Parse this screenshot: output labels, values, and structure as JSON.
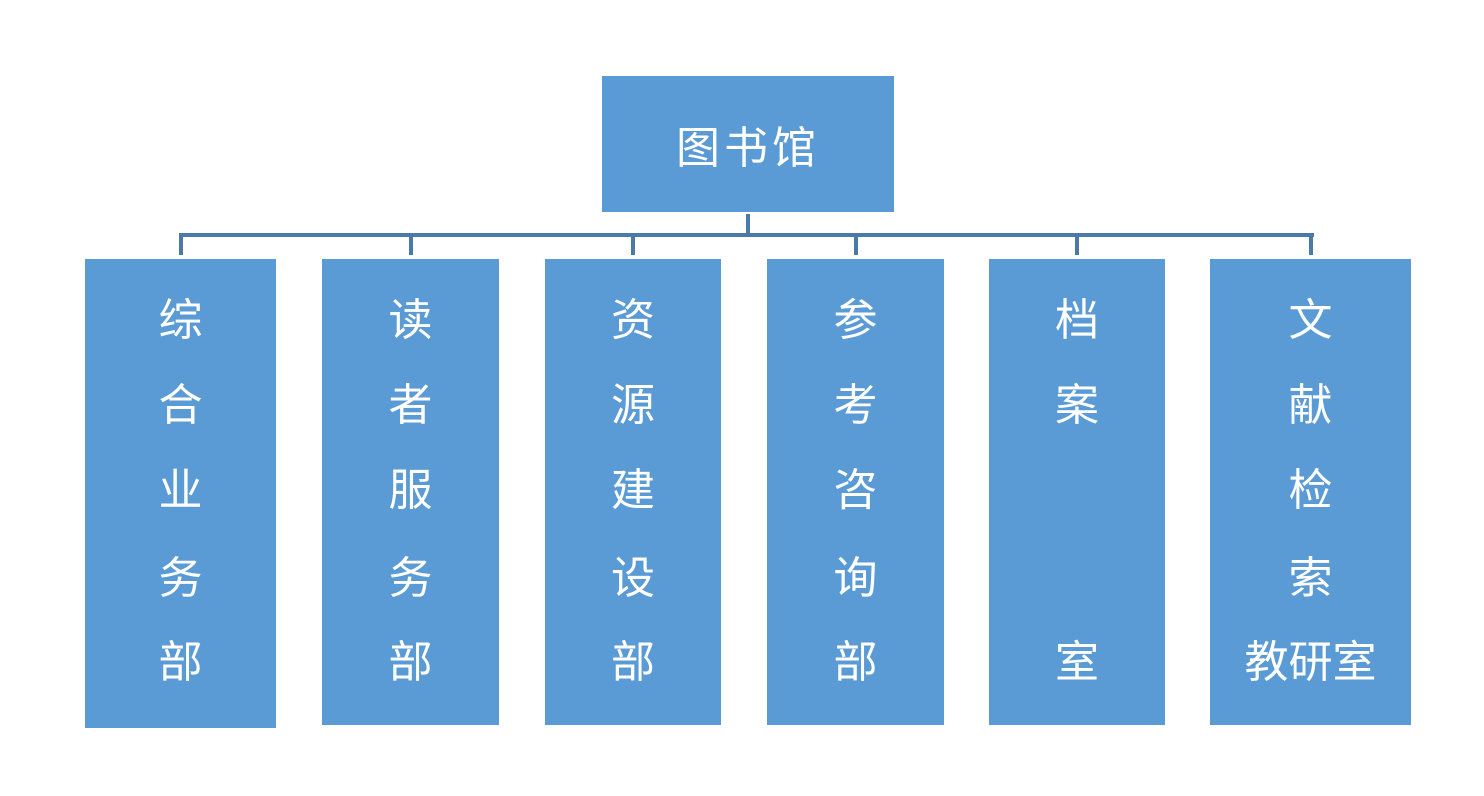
{
  "root": {
    "label": "图书馆"
  },
  "children": [
    {
      "chars": [
        "综",
        "合",
        "业",
        "务",
        "部"
      ]
    },
    {
      "chars": [
        "读",
        "者",
        "服",
        "务",
        "部"
      ]
    },
    {
      "chars": [
        "资",
        "源",
        "建",
        "设",
        "部"
      ]
    },
    {
      "chars": [
        "参",
        "考",
        "咨",
        "询",
        "部"
      ]
    },
    {
      "chars": [
        "档",
        "案",
        "",
        "",
        "室"
      ]
    },
    {
      "chars": [
        "文",
        "献",
        "检",
        "索",
        "教研室"
      ]
    }
  ],
  "colors": {
    "box": "#5b9bd5",
    "line": "#4a7aa8",
    "text": "#ffffff"
  }
}
